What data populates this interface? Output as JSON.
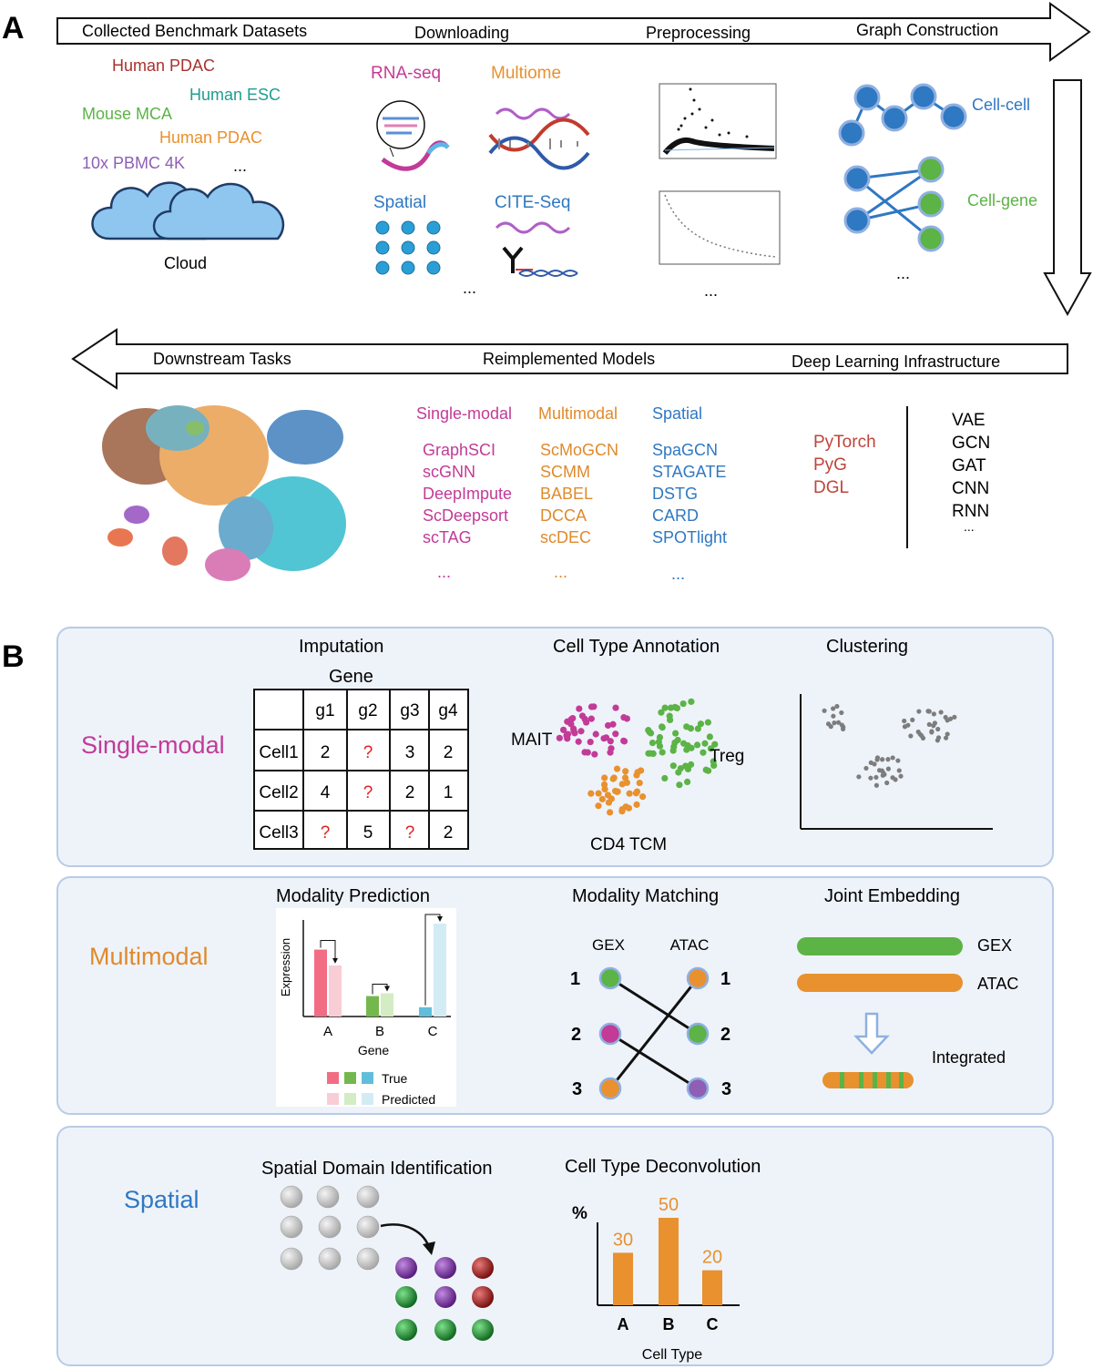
{
  "panel_a": {
    "letter": "A",
    "top_arrow": {
      "stages": [
        "Collected Benchmark Datasets",
        "Downloading",
        "Preprocessing",
        "Graph Construction"
      ]
    },
    "datasets": {
      "items": [
        {
          "label": "Human PDAC",
          "color": "#a8322d"
        },
        {
          "label": "Human ESC",
          "color": "#1f9e8f"
        },
        {
          "label": "Mouse MCA",
          "color": "#5cb346"
        },
        {
          "label": "Human PDAC",
          "color": "#e8912e"
        },
        {
          "label": "10x PBMC 4K",
          "color": "#8e5fb5"
        }
      ],
      "ellipsis": "...",
      "cloud_label": "Cloud"
    },
    "modalities": {
      "rna_seq": "RNA-seq",
      "multiome": "Multiome",
      "spatial": "Spatial",
      "cite_seq": "CITE-Seq",
      "ellipsis": "..."
    },
    "preprocessing": {
      "ellipsis": "..."
    },
    "graph": {
      "cell_cell": "Cell-cell",
      "cell_gene": "Cell-gene",
      "ellipsis": "..."
    },
    "bottom_arrow": {
      "stages": [
        "Downstream Tasks",
        "Reimplemented Models",
        "Deep Learning Infrastructure"
      ]
    },
    "models": {
      "single_modal": {
        "title": "Single-modal",
        "color": "#c23b97",
        "items": [
          "GraphSCI",
          "scGNN",
          "DeepImpute",
          "ScDeepsort",
          "scTAG"
        ],
        "ellipsis": "..."
      },
      "multimodal": {
        "title": "Multimodal",
        "color": "#e08a2c",
        "items": [
          "ScMoGCN",
          "SCMM",
          "BABEL",
          "DCCA",
          "scDEC"
        ],
        "ellipsis": "..."
      },
      "spatial": {
        "title": "Spatial",
        "color": "#2f78c2",
        "items": [
          "SpaGCN",
          "STAGATE",
          "DSTG",
          "CARD",
          "SPOTlight"
        ],
        "ellipsis": "..."
      }
    },
    "infrastructure": {
      "frameworks": [
        "PyTorch",
        "PyG",
        "DGL"
      ],
      "framework_color": "#c0443c",
      "architectures": [
        "VAE",
        "GCN",
        "GAT",
        "CNN",
        "RNN"
      ],
      "ellipsis": "..."
    }
  },
  "panel_b": {
    "letter": "B",
    "single_modal": {
      "label": "Single-modal",
      "color": "#c23b97",
      "imputation": {
        "title": "Imputation",
        "table_header": "Gene",
        "columns": [
          "",
          "g1",
          "g2",
          "g3",
          "g4"
        ],
        "rows": [
          [
            "Cell1",
            "2",
            "?",
            "3",
            "2"
          ],
          [
            "Cell2",
            "4",
            "?",
            "2",
            "1"
          ],
          [
            "Cell3",
            "?",
            "5",
            "?",
            "2"
          ]
        ]
      },
      "annotation": {
        "title": "Cell Type Annotation",
        "labels": {
          "mait": "MAIT",
          "treg": "Treg",
          "cd4": "CD4 TCM"
        }
      },
      "clustering": {
        "title": "Clustering"
      }
    },
    "multimodal": {
      "label": "Multimodal",
      "color": "#e08a2c",
      "prediction": {
        "title": "Modality Prediction",
        "ylabel": "Expression",
        "xlabel": "Gene",
        "legend": [
          "True",
          "Predicted"
        ]
      },
      "matching": {
        "title": "Modality Matching",
        "left_header": "GEX",
        "right_header": "ATAC",
        "left_numbers": [
          "1",
          "2",
          "3"
        ],
        "right_numbers": [
          "1",
          "2",
          "3"
        ]
      },
      "embedding": {
        "title": "Joint Embedding",
        "gex": "GEX",
        "atac": "ATAC",
        "integrated": "Integrated"
      }
    },
    "spatial": {
      "label": "Spatial",
      "color": "#2f78c2",
      "domain": {
        "title": "Spatial Domain Identification"
      },
      "deconvolution": {
        "title": "Cell Type Deconvolution",
        "ylabel": "%",
        "xlabel": "Cell Type"
      }
    }
  },
  "chart_data": [
    {
      "type": "bar",
      "xlabel": "Gene",
      "ylabel": "Expression",
      "categories": [
        "A",
        "B",
        "C"
      ],
      "series": [
        {
          "name": "True",
          "values": [
            0.72,
            0.22,
            0.1
          ]
        },
        {
          "name": "Predicted",
          "values": [
            0.55,
            0.25,
            1.0
          ]
        }
      ]
    },
    {
      "type": "bar",
      "ylabel": "%",
      "xlabel": "Cell Type",
      "categories": [
        "A",
        "B",
        "C"
      ],
      "values": [
        30,
        50,
        20
      ]
    }
  ]
}
